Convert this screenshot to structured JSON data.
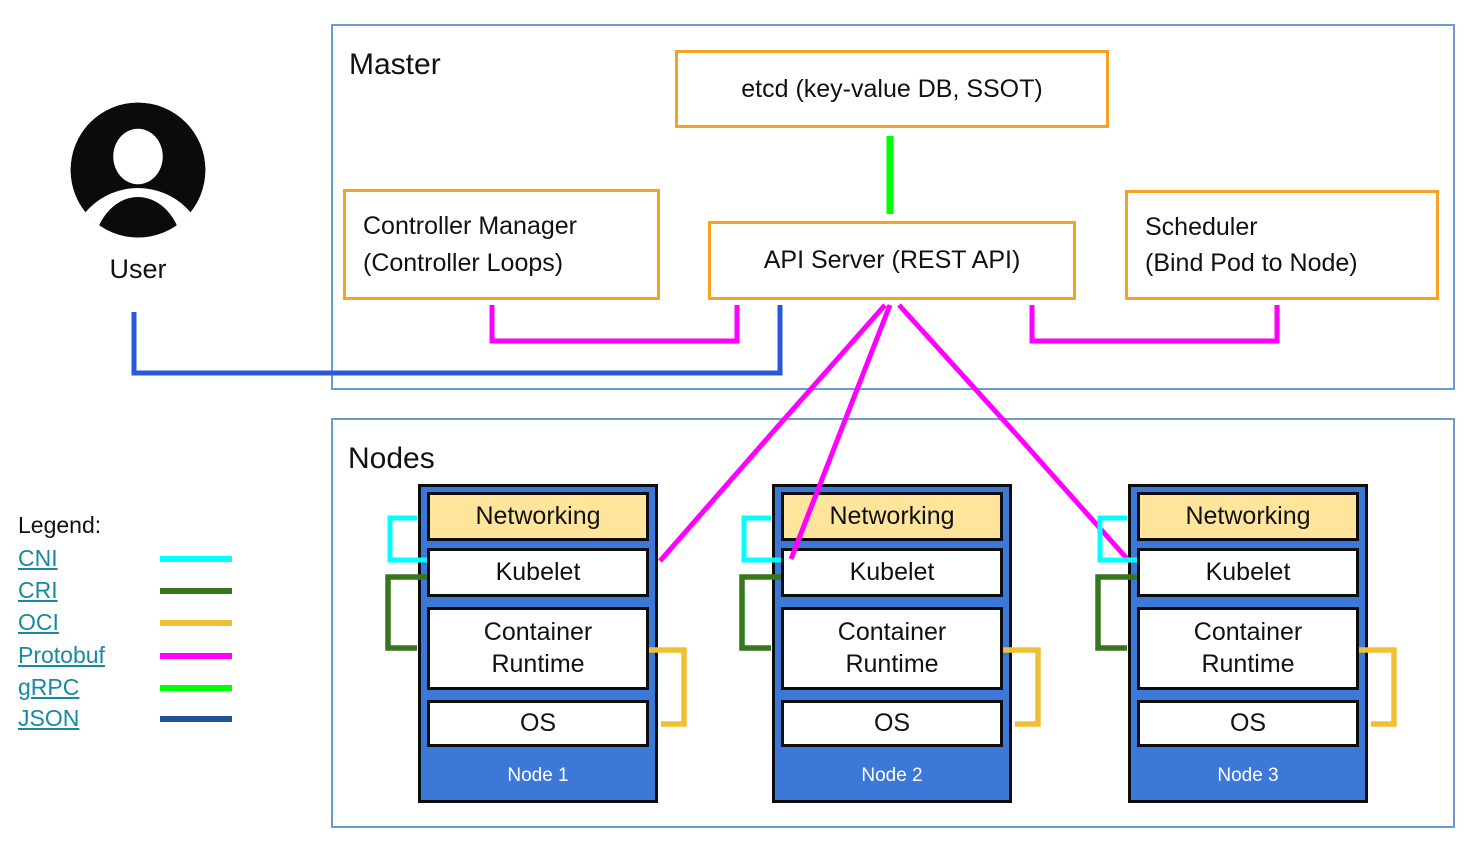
{
  "user": {
    "label": "User"
  },
  "master": {
    "title": "Master",
    "etcd_label": "etcd (key-value DB, SSOT)",
    "controller_manager": {
      "lines": [
        "Controller Manager",
        "(Controller Loops)"
      ]
    },
    "api_server_label": "API Server (REST API)",
    "scheduler": {
      "lines": [
        "Scheduler",
        "(Bind Pod to Node)"
      ]
    }
  },
  "nodes_section": {
    "title": "Nodes",
    "component_labels": {
      "networking": "Networking",
      "kubelet": "Kubelet",
      "container_runtime": "Container Runtime",
      "os": "OS"
    },
    "items": [
      {
        "label": "Node 1"
      },
      {
        "label": "Node 2"
      },
      {
        "label": "Node 3"
      }
    ]
  },
  "legend": {
    "title": "Legend:",
    "entries": [
      {
        "label": "CNI"
      },
      {
        "label": "CRI"
      },
      {
        "label": "OCI"
      },
      {
        "label": "Protobuf"
      },
      {
        "label": "gRPC"
      },
      {
        "label": "JSON"
      }
    ]
  },
  "colors": {
    "cni": "#00FFFF",
    "cri": "#38761D",
    "oci": "#F0C033",
    "protobuf": "#FF00FF",
    "grpc": "#00FF00",
    "json": "#1F5394",
    "user_json_arrow": "#2859D8",
    "orange_border": "#F6A323",
    "section_border": "#6C9BD2",
    "node_fill": "#3C78D8",
    "networking_fill": "#FFE49B",
    "link_text": "#1789A3"
  }
}
